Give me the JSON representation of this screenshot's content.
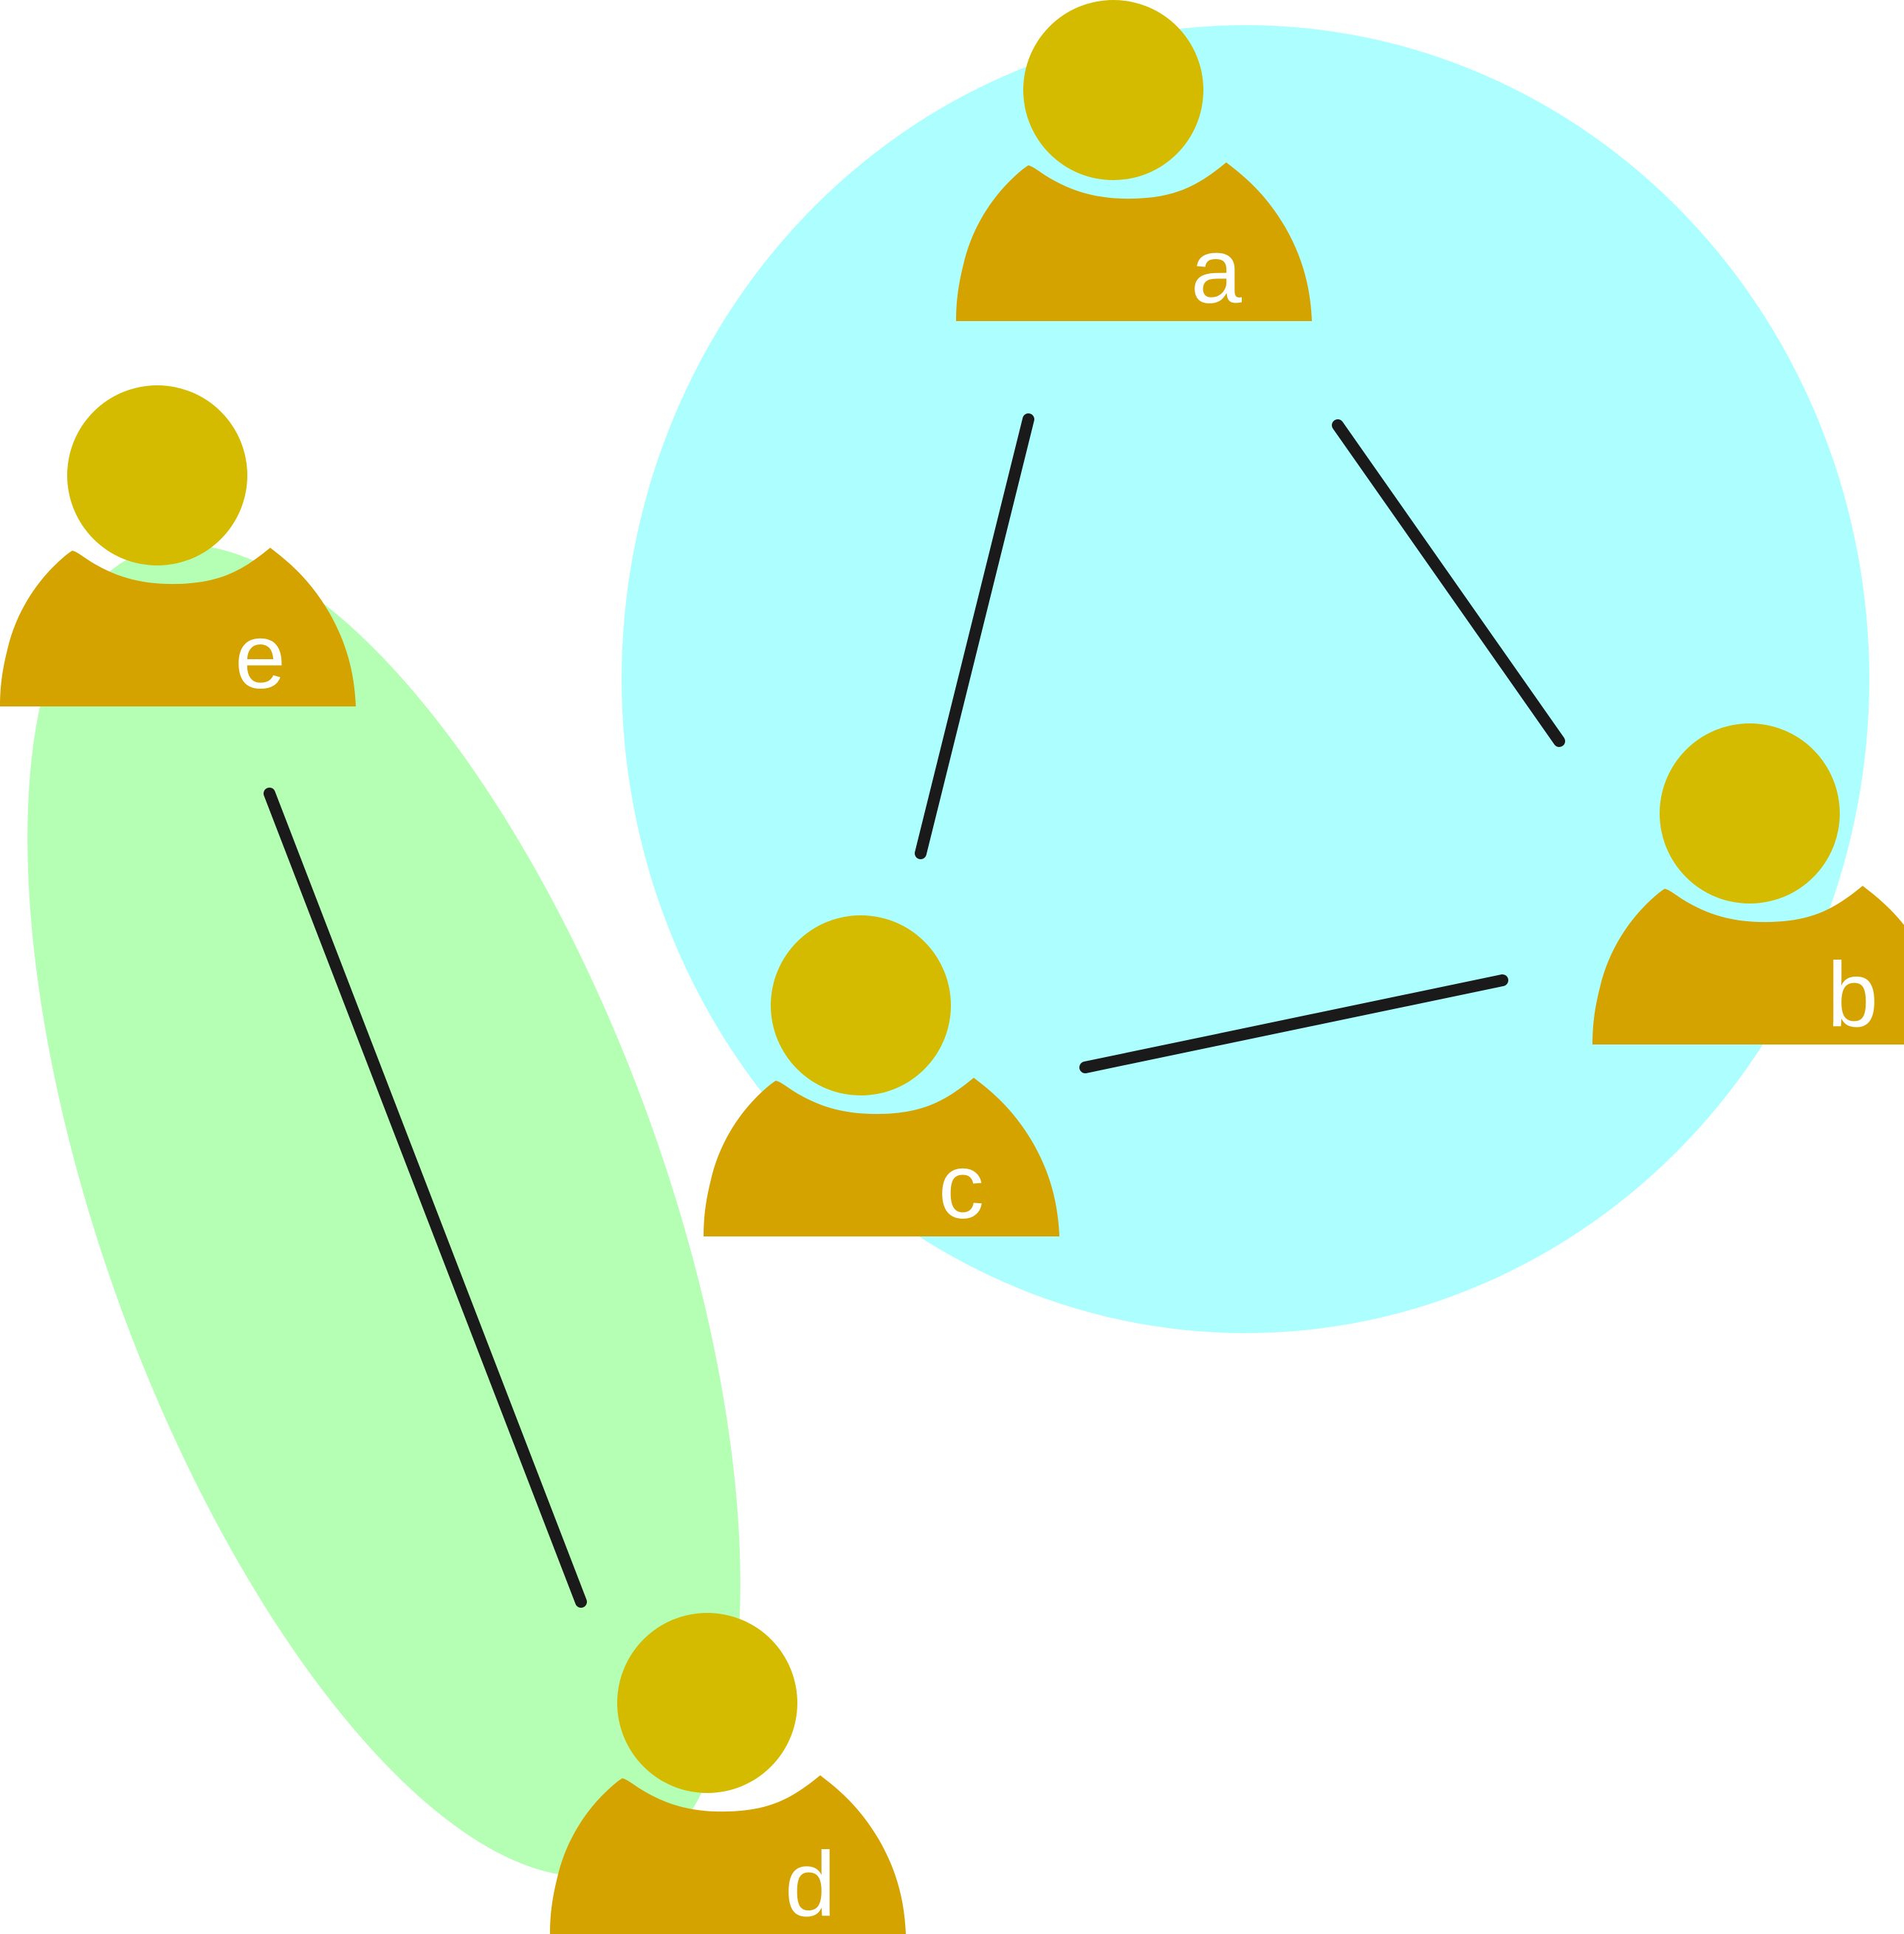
{
  "colors": {
    "background": "#ffffff",
    "group_1_fill": "#adffff",
    "group_2_fill": "#b5ffb5",
    "person_head": "#d4bb00",
    "person_body": "#d4a300",
    "edge": "#1a1a1a",
    "label": "#ffffff"
  },
  "icons": {
    "person": "person-icon"
  },
  "groups": [
    {
      "id": "group-1",
      "members": [
        "a",
        "b",
        "c"
      ]
    },
    {
      "id": "group-2",
      "members": [
        "d",
        "e"
      ]
    }
  ],
  "nodes": [
    {
      "id": "a",
      "label": "a"
    },
    {
      "id": "b",
      "label": "b"
    },
    {
      "id": "c",
      "label": "c"
    },
    {
      "id": "d",
      "label": "d"
    },
    {
      "id": "e",
      "label": "e"
    }
  ],
  "edges": [
    {
      "from": "a",
      "to": "c"
    },
    {
      "from": "a",
      "to": "b"
    },
    {
      "from": "c",
      "to": "b"
    },
    {
      "from": "e",
      "to": "d"
    }
  ]
}
